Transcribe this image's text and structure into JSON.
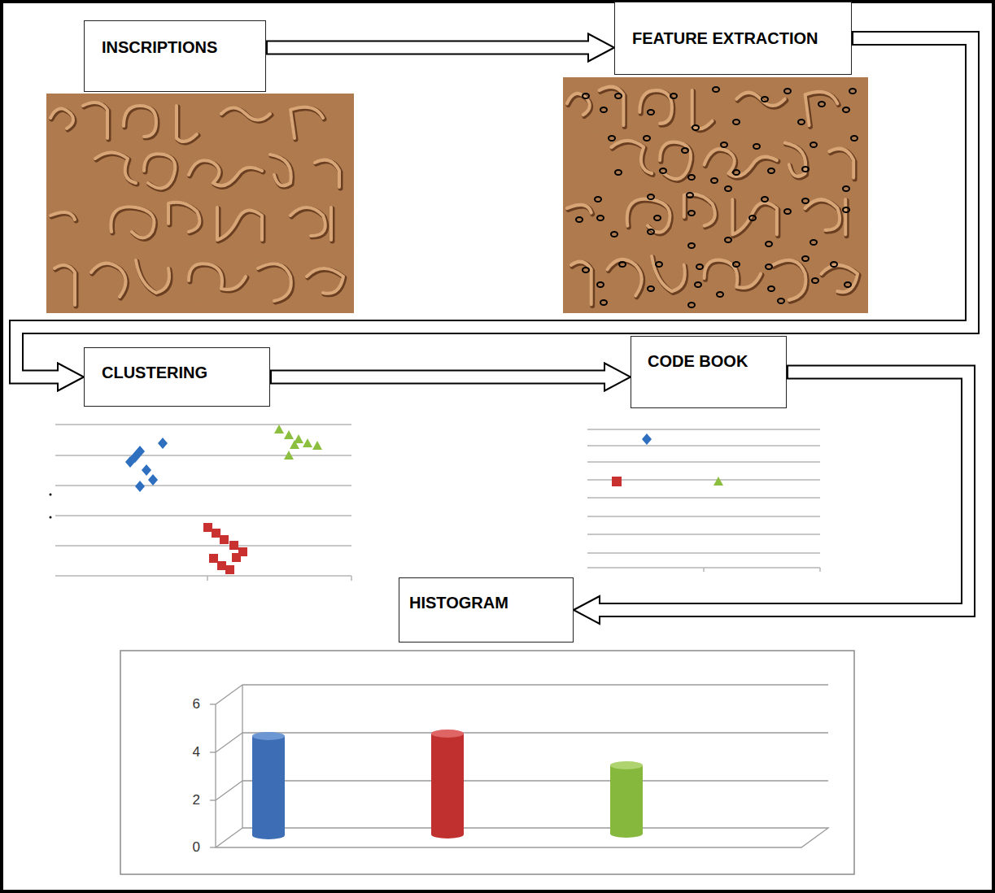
{
  "diagram": {
    "nodes": [
      {
        "text": [
          "INSCRIPTIONS"
        ]
      },
      {
        "text": [
          "FEATURE EXTRACTION"
        ]
      },
      {
        "text": [
          "CLUSTERING"
        ]
      },
      {
        "text": [
          "CODE BOOK"
        ]
      },
      {
        "text": [
          "HISTOGRAM"
        ]
      }
    ],
    "edges": [
      {
        "from": 0,
        "to": 1,
        "arrow": "to"
      },
      {
        "from": 1,
        "to": 2,
        "arrow": "to"
      },
      {
        "from": 2,
        "to": 3,
        "arrow": "to"
      },
      {
        "from": 3,
        "to": 4,
        "arrow": "to"
      }
    ],
    "labels": [
      "6",
      "4",
      "2",
      "0"
    ]
  }
}
